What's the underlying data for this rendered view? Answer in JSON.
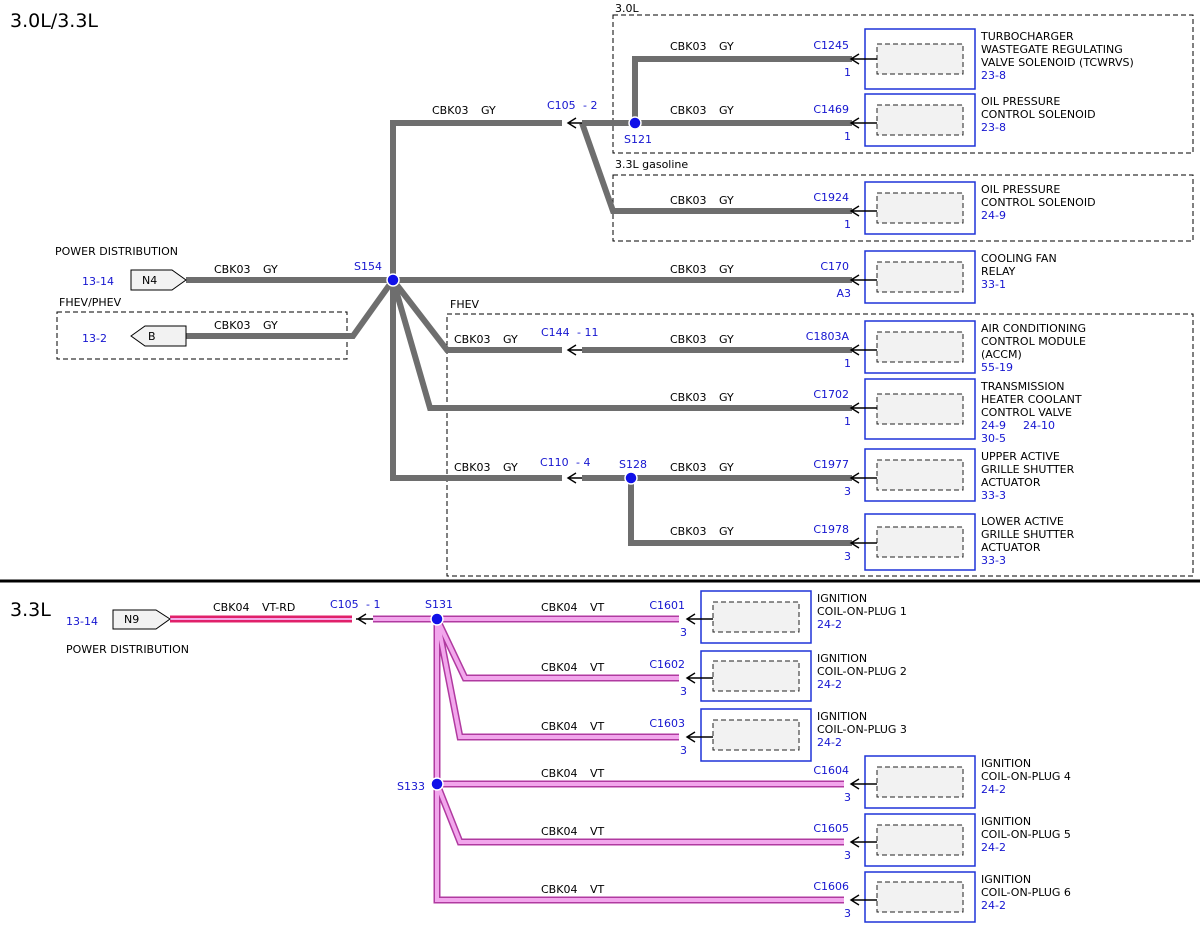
{
  "sections": {
    "top": "3.0L/3.3L",
    "bottom": "3.3L"
  },
  "groups": {
    "g30": "3.0L",
    "g33gas": "3.3L gasoline",
    "fhev_phev": "FHEV/PHEV",
    "fhev": "FHEV"
  },
  "sources": {
    "pd_top_title": "POWER DISTRIBUTION",
    "pd_top_ref": "13-14",
    "pd_top_pin": "N4",
    "fhev_ref": "13-2",
    "fhev_pin": "B",
    "pd_bot_title": "POWER DISTRIBUTION",
    "pd_bot_ref": "13-14",
    "pd_bot_pin": "N9"
  },
  "wire_labels": {
    "cbk03": "CBK03",
    "gy": "GY",
    "cbk04": "CBK04",
    "vt": "VT",
    "vtrd": "VT-RD"
  },
  "splices": {
    "s154": "S154",
    "s121": "S121",
    "s128": "S128",
    "s131": "S131",
    "s133": "S133"
  },
  "inline_connectors": {
    "c105_2": "C105",
    "c105_2_pin": "- 2",
    "c144_11": "C144",
    "c144_11_pin": "- 11",
    "c110_4": "C110",
    "c110_4_pin": "- 4",
    "c105_1": "C105",
    "c105_1_pin": "- 1"
  },
  "components": [
    {
      "conn": "C1245",
      "pin": "1",
      "lines": [
        "TURBOCHARGER",
        "WASTEGATE REGULATING",
        "VALVE SOLENOID (TCWRVS)"
      ],
      "refs": [
        "23-8"
      ]
    },
    {
      "conn": "C1469",
      "pin": "1",
      "lines": [
        "OIL PRESSURE",
        "CONTROL SOLENOID"
      ],
      "refs": [
        "23-8"
      ]
    },
    {
      "conn": "C1924",
      "pin": "1",
      "lines": [
        "OIL PRESSURE",
        "CONTROL SOLENOID"
      ],
      "refs": [
        "24-9"
      ]
    },
    {
      "conn": "C170",
      "pin": "A3",
      "lines": [
        "COOLING FAN",
        "RELAY"
      ],
      "refs": [
        "33-1"
      ]
    },
    {
      "conn": "C1803A",
      "pin": "1",
      "lines": [
        "AIR CONDITIONING",
        "CONTROL MODULE",
        "(ACCM)"
      ],
      "refs": [
        "55-19"
      ]
    },
    {
      "conn": "C1702",
      "pin": "1",
      "lines": [
        "TRANSMISSION",
        "HEATER COOLANT",
        "CONTROL VALVE"
      ],
      "refs": [
        "24-9",
        "24-10",
        "30-5"
      ]
    },
    {
      "conn": "C1977",
      "pin": "3",
      "lines": [
        "UPPER ACTIVE",
        "GRILLE SHUTTER",
        "ACTUATOR"
      ],
      "refs": [
        "33-3"
      ]
    },
    {
      "conn": "C1978",
      "pin": "3",
      "lines": [
        "LOWER ACTIVE",
        "GRILLE SHUTTER",
        "ACTUATOR"
      ],
      "refs": [
        "33-3"
      ]
    },
    {
      "conn": "C1601",
      "pin": "3",
      "lines": [
        "IGNITION",
        "COIL-ON-PLUG 1"
      ],
      "refs": [
        "24-2"
      ]
    },
    {
      "conn": "C1602",
      "pin": "3",
      "lines": [
        "IGNITION",
        "COIL-ON-PLUG 2"
      ],
      "refs": [
        "24-2"
      ]
    },
    {
      "conn": "C1603",
      "pin": "3",
      "lines": [
        "IGNITION",
        "COIL-ON-PLUG 3"
      ],
      "refs": [
        "24-2"
      ]
    },
    {
      "conn": "C1604",
      "pin": "3",
      "lines": [
        "IGNITION",
        "COIL-ON-PLUG 4"
      ],
      "refs": [
        "24-2"
      ]
    },
    {
      "conn": "C1605",
      "pin": "3",
      "lines": [
        "IGNITION",
        "COIL-ON-PLUG 5"
      ],
      "refs": [
        "24-2"
      ]
    },
    {
      "conn": "C1606",
      "pin": "3",
      "lines": [
        "IGNITION",
        "COIL-ON-PLUG 6"
      ],
      "refs": [
        "24-2"
      ]
    }
  ]
}
